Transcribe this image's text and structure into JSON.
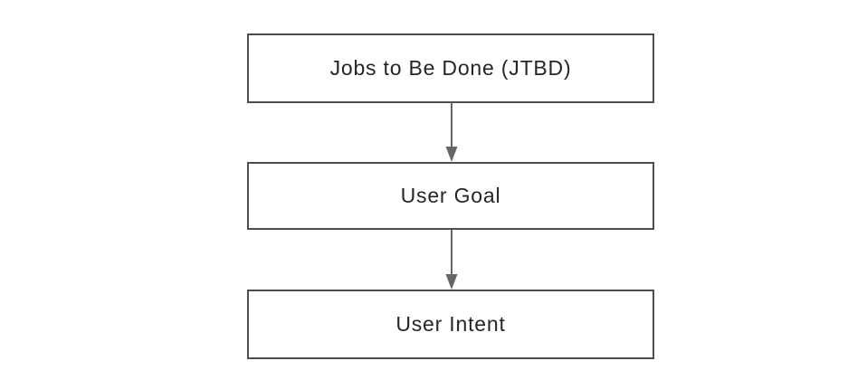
{
  "diagram": {
    "type": "flowchart",
    "background_color": "#ffffff",
    "node_fill_color": "#ffffff",
    "node_border_color": "#4d4d4d",
    "text_color": "#262626",
    "arrow_color": "#666666",
    "nodes": [
      {
        "id": "jtbd",
        "label": "Jobs to Be Done (JTBD)"
      },
      {
        "id": "user-goal",
        "label": "User Goal"
      },
      {
        "id": "user-intent",
        "label": "User Intent"
      }
    ],
    "edges": [
      {
        "from": "jtbd",
        "to": "user-goal",
        "direction": "down"
      },
      {
        "from": "user-goal",
        "to": "user-intent",
        "direction": "down"
      }
    ]
  }
}
